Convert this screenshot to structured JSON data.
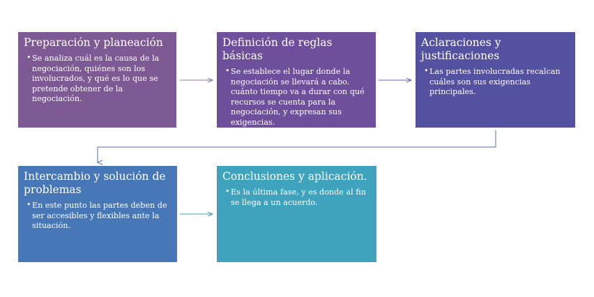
{
  "steps": [
    {
      "title": "Preparación y planeación",
      "text": "Se analiza cuál es la causa de la negociación, quiénes son los involucrados, y qué es lo que se pretende obtener de la negociación."
    },
    {
      "title": "Definición de reglas básicas",
      "text": "Se establece el lugar donde la negociación se llevará a cabo. cuánto tiempo va a durar con qué recursos se cuenta para la negociación, y expresan sus exigencias."
    },
    {
      "title": "Aclaraciones y justificaciones",
      "text": "Las partes involucradas recalcan cuáles son sus exigencias principales."
    },
    {
      "title": "Intercambio y solución de problemas",
      "text": "En este punto las partes deben de ser accesibles y flexibles ante la situación."
    },
    {
      "title": "Conclusiones y aplicación.",
      "text": "Es la última fase, y es donde al fin se llega a un acuerdo."
    }
  ],
  "colors": {
    "step1": "#7d5a93",
    "step2": "#6e4f9c",
    "step3": "#5551a1",
    "step4": "#4777b6",
    "step5": "#3fa3be"
  },
  "bullet_glyph": "•"
}
